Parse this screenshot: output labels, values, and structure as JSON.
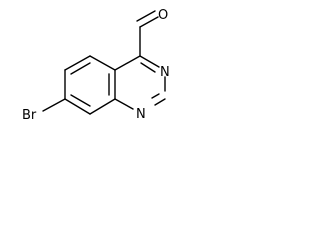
{
  "molecule": {
    "atoms": {
      "oxygen": "O",
      "nitrogen_top": "N",
      "nitrogen_bottom": "N",
      "bromine": "Br"
    }
  }
}
